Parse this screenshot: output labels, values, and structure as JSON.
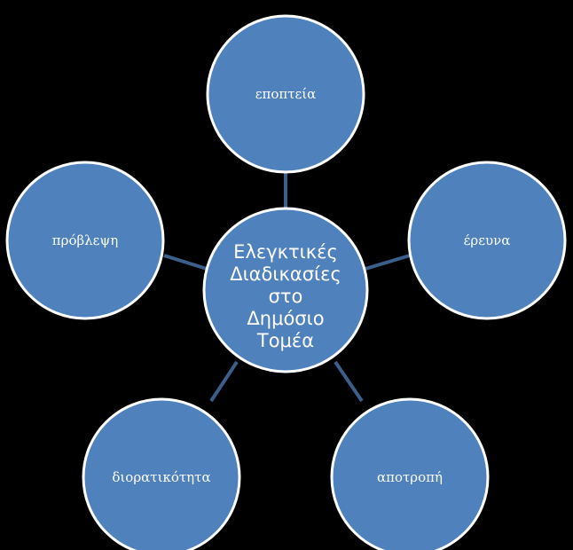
{
  "diagram": {
    "center": {
      "lines": [
        "Ελεγκτικές",
        "Διαδικασίες",
        "στο",
        "Δημόσιο",
        "Τομέα"
      ]
    },
    "nodes": [
      {
        "label": "εποπτεία"
      },
      {
        "label": "έρευνα"
      },
      {
        "label": "αποτροπή"
      },
      {
        "label": "διορατικότητα"
      },
      {
        "label": "πρόβλεψη"
      }
    ]
  },
  "colors": {
    "background": "#000000",
    "node_fill": "#4f81bd",
    "node_stroke": "#ffffff",
    "connector": "#3c5e8a",
    "text": "#ffffff"
  }
}
